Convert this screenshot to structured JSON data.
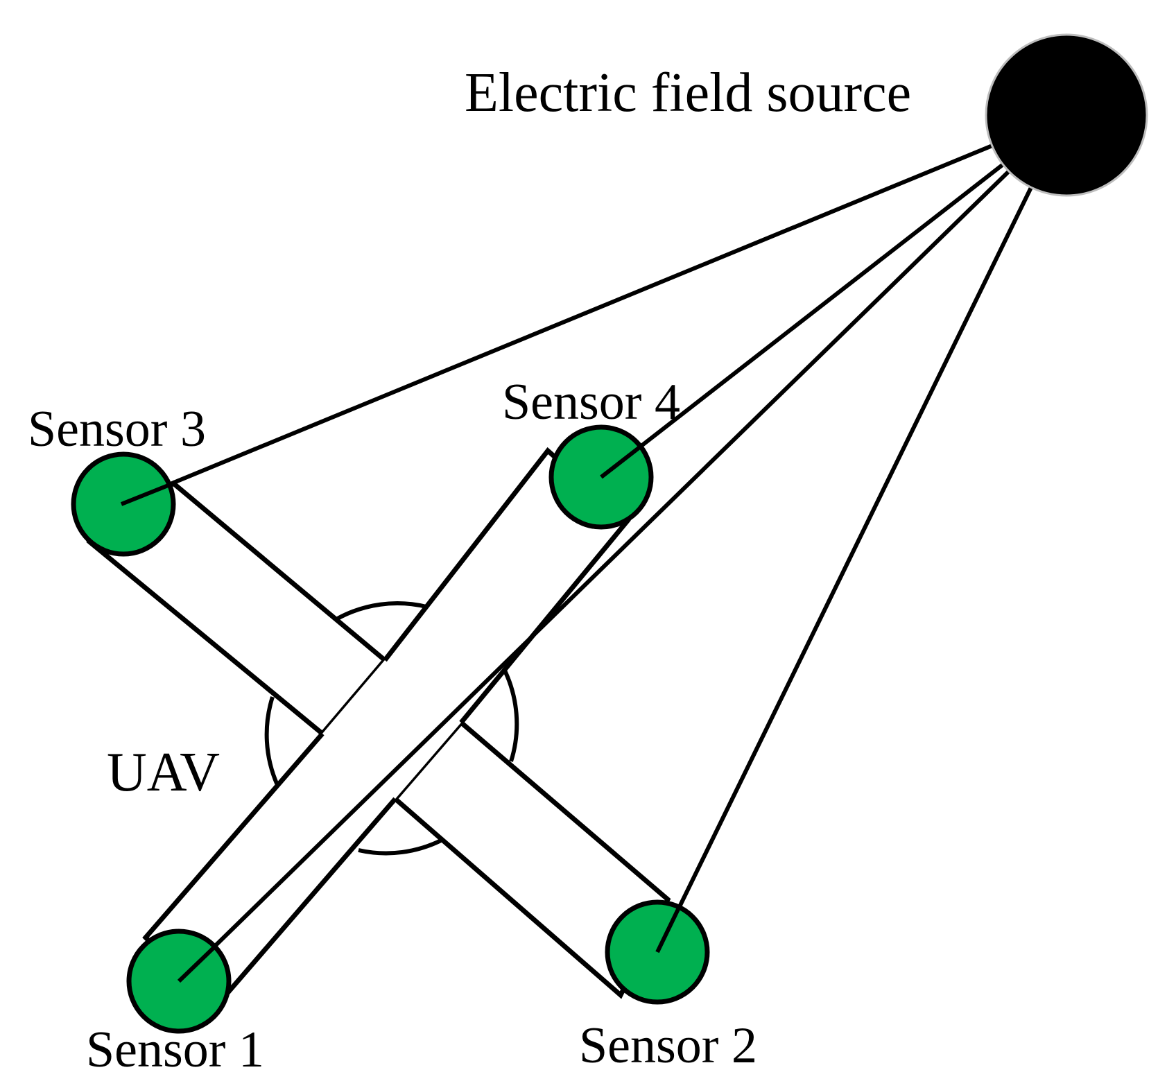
{
  "labels": {
    "source": "Electric field source",
    "uav": "UAV",
    "sensor1": "Sensor 1",
    "sensor2": "Sensor 2",
    "sensor3": "Sensor 3",
    "sensor4": "Sensor 4"
  },
  "colors": {
    "sensor_fill": "#00b050",
    "source_fill": "#000000",
    "line": "#000000",
    "background": "#ffffff"
  }
}
